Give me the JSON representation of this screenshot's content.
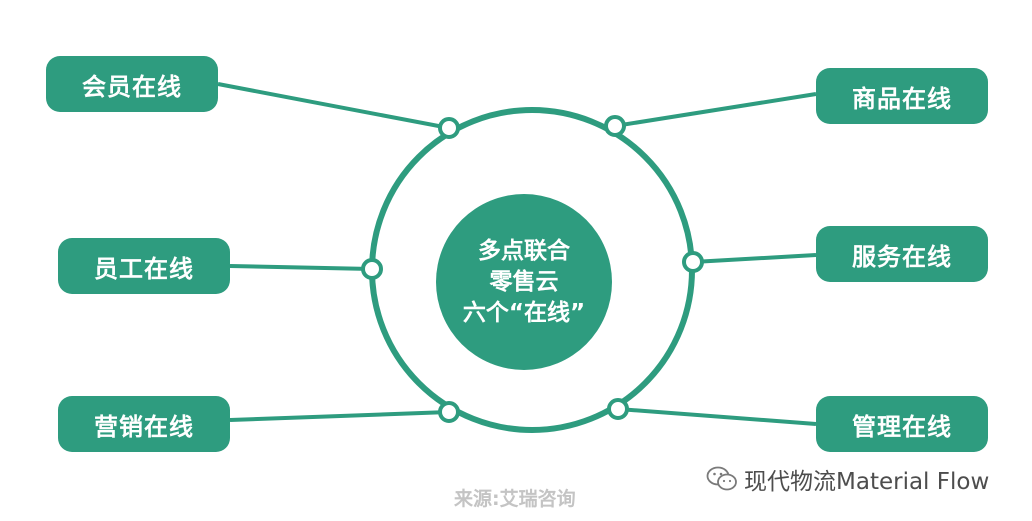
{
  "center": {
    "lines": [
      "多点联合",
      "零售云",
      "六个“在线”"
    ]
  },
  "nodes": {
    "member": "会员在线",
    "staff": "员工在线",
    "marketing": "营销在线",
    "product": "商品在线",
    "service": "服务在线",
    "management": "管理在线"
  },
  "source": "来源:艾瑞咨询",
  "watermark": "现代物流Material Flow",
  "colors": {
    "primary": "#2e9c7f",
    "background": "#ffffff"
  }
}
